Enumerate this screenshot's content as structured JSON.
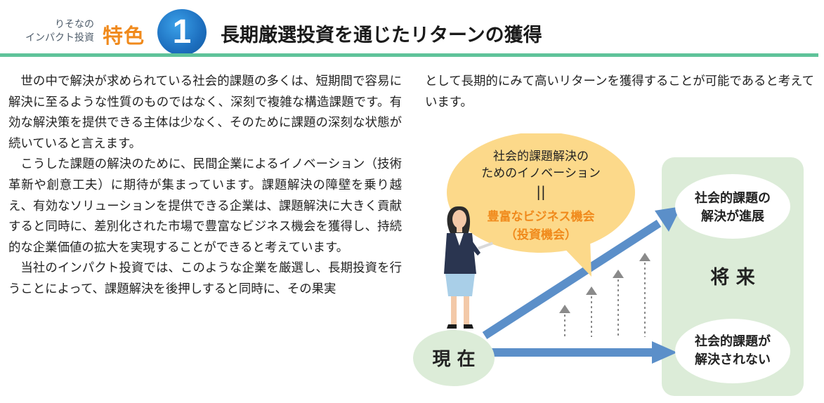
{
  "header": {
    "brand_line1": "りそなの",
    "brand_line2": "インパクト投資",
    "feature_label": "特色",
    "feature_number": "1",
    "title": "長期厳選投資を通じたリターンの獲得",
    "accent_color": "#5fc39a",
    "feature_color": "#f08a1c"
  },
  "body": {
    "paragraph1": "世の中で解決が求められている社会的課題の多くは、短期間で容易に解決に至るような性質のものではなく、深刻で複雑な構造課題です。有効な解決策を提供できる主体は少なく、そのために課題の深刻な状態が続いていると言えます。",
    "paragraph2": "こうした課題の解決のために、民間企業によるイノベーション（技術革新や創意工夫）に期待が集まっています。課題解決の障壁を乗り越え、有効なソリューションを提供できる企業は、課題解決に大きく貢献すると同時に、差別化された市場で豊富なビジネス機会を獲得し、持続的な企業価値の拡大を実現することができると考えています。",
    "paragraph3": "当社のインパクト投資では、このような企業を厳選し、長期投資を行うことによって、課題解決を後押しすると同時に、その果実",
    "paragraph4": "として長期的にみて高いリターンを獲得することが可能であると考えています。"
  },
  "diagram": {
    "bubble_line1": "社会的課題解決の",
    "bubble_line2": "ためのイノベーション",
    "equals": "||",
    "bubble_highlight1": "豊富なビジネス機会",
    "bubble_highlight2": "（投資機会）",
    "present_label": "現 在",
    "future_label": "将 来",
    "outcome_up_line1": "社会的課題の",
    "outcome_up_line2": "解決が進展",
    "outcome_flat_line1": "社会的課題が",
    "outcome_flat_line2": "解決されない",
    "arrow_color": "#5b8fc9",
    "box_color": "#dcecd8",
    "bubble_color": "#fcd98a"
  }
}
